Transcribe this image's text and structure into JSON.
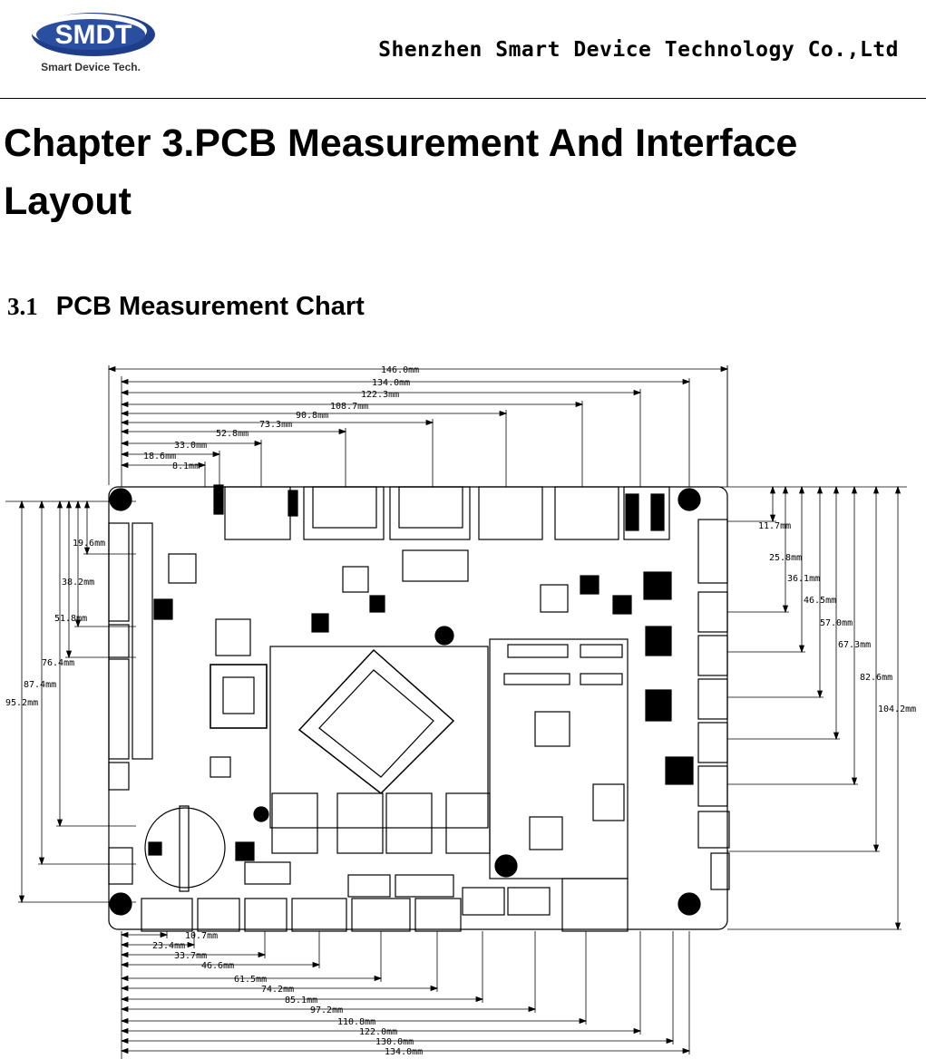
{
  "header": {
    "logo_text": "SMDT",
    "logo_tagline": "Smart Device Tech.",
    "company_name": "Shenzhen Smart Device Technology Co.,Ltd"
  },
  "chapter": {
    "title": "Chapter 3.PCB Measurement And Interface Layout"
  },
  "section": {
    "number": "3.1",
    "title": "PCB Measurement Chart"
  },
  "drawing": {
    "top_dimensions": [
      "146.0mm",
      "134.0mm",
      "122.3mm",
      "108.7mm",
      "90.8mm",
      "73.3mm",
      "52.8mm",
      "33.0mm",
      "18.6mm",
      "8.1mm"
    ],
    "bottom_dimensions": [
      "10.7mm",
      "23.4mm",
      "33.7mm",
      "46.6mm",
      "61.5mm",
      "74.2mm",
      "85.1mm",
      "97.2mm",
      "110.8mm",
      "122.0mm",
      "130.0mm",
      "134.0mm"
    ],
    "left_dimensions": [
      "19.6mm",
      "38.2mm",
      "51.8mm",
      "76.4mm",
      "87.4mm",
      "95.2mm"
    ],
    "right_dimensions": [
      "11.7mm",
      "25.8mm",
      "36.1mm",
      "46.5mm",
      "57.0mm",
      "67.3mm",
      "82.6mm",
      "104.2mm"
    ]
  }
}
